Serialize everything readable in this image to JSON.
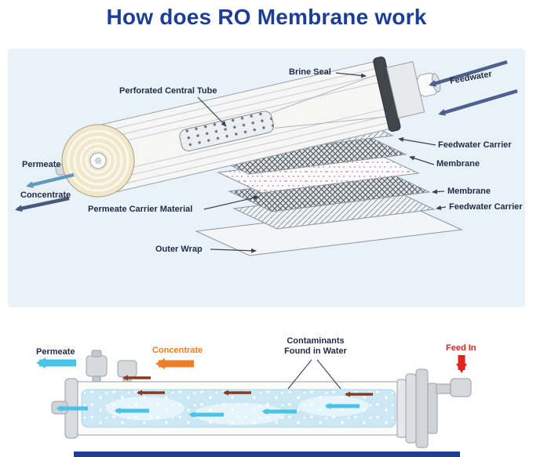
{
  "title": "How does RO Membrane work",
  "top_diagram": {
    "labels": {
      "perforated_central_tube": "Perforated Central Tube",
      "brine_seal": "Brine Seal",
      "feedwater": "Feedwater",
      "feedwater_carrier_1": "Feedwater Carrier",
      "membrane_1": "Membrane",
      "membrane_2": "Membrane",
      "feedwater_carrier_2": "Feedwater Carrier",
      "permeate": "Permeate",
      "concentrate": "Concentrate",
      "permeate_carrier_material": "Permeate Carrier Material",
      "outer_wrap": "Outer Wrap"
    }
  },
  "bottom_diagram": {
    "labels": {
      "permeate": "Permeate",
      "concentrate": "Concentrate",
      "contaminants_line1": "Contaminants",
      "contaminants_line2": "Found in Water",
      "feed_in": "Feed In"
    }
  },
  "colors": {
    "title_blue": "#1c3f94",
    "panel_background": "#e9f2f8",
    "label_text": "#1f2c45",
    "feedwater_arrow": "#4d6090",
    "concentrate_arrow_top": "#47597c",
    "permeate_arrow_top": "#5e9bbf",
    "permeate_cyan": "#49c3e8",
    "concentrate_orange": "#ef7d24",
    "feed_red": "#e2231f",
    "flow_brown": "#8a3a20"
  }
}
